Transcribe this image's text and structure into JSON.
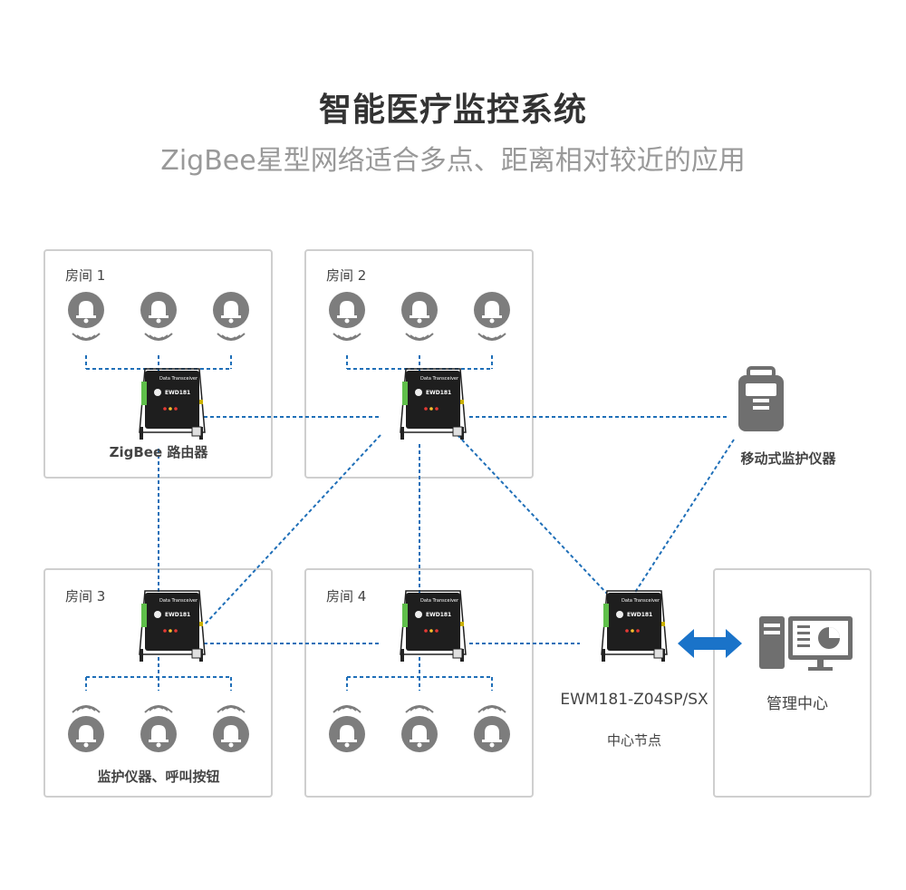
{
  "header": {
    "title": "智能医疗监控系统",
    "subtitle": "ZigBee星型网络适合多点、距离相对较近的应用"
  },
  "rooms": [
    {
      "label": "房间 1"
    },
    {
      "label": "房间 2"
    },
    {
      "label": "房间 3"
    },
    {
      "label": "房间 4"
    }
  ],
  "captions": {
    "router": "ZigBee 路由器",
    "mobile_monitor": "移动式监护仪器",
    "devices": "监护仪器、呼叫按钮",
    "model": "EWM181-Z04SP/SX",
    "center_node": "中心节点",
    "management": "管理中心"
  },
  "device_text": {
    "header": "Data Transceiver",
    "brand": "EWD181"
  },
  "colors": {
    "link": "#1f6fb8",
    "arrow": "#1a73c9",
    "icon_gray": "#7d7d7d",
    "device_body": "#1e1e1e",
    "terminal_green": "#5fbf4a"
  }
}
